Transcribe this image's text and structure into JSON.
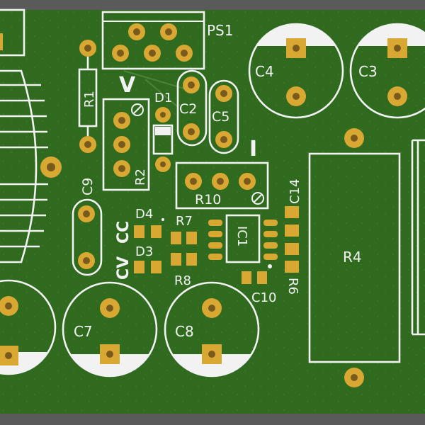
{
  "labels": {
    "ps1": "PS1",
    "c4": "C4",
    "c3": "C3",
    "v": "V",
    "r1": "R1",
    "d1": "D1",
    "c2": "C2",
    "c5": "C5",
    "i": "I",
    "r2": "R2",
    "c9": "C9",
    "r10": "R10",
    "c14": "C14",
    "d4": "D4",
    "cc": "CC",
    "r7": "R7",
    "ic1": "IC1",
    "d3": "D3",
    "cv": "CV",
    "r8": "R8",
    "c10": "C10",
    "r6": "R6",
    "r4": "R4",
    "c7": "C7",
    "c8": "C8"
  },
  "colors": {
    "frame": "#5a5a5a",
    "board": "#2f6a1f",
    "silkscreen": "#f2f2f2",
    "copper_pad": "#d9a833"
  }
}
